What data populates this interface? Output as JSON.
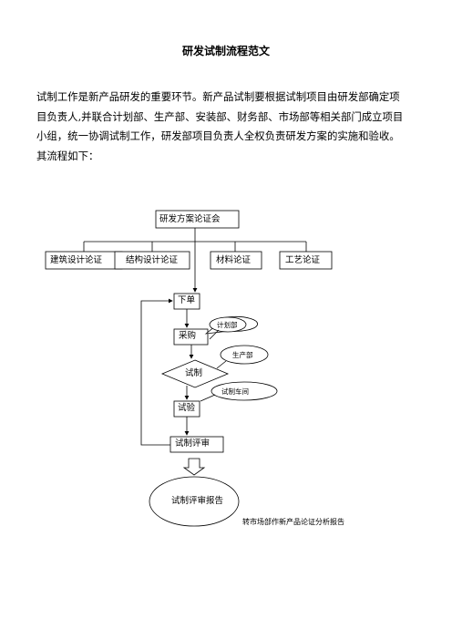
{
  "document": {
    "title": "研发试制流程范文",
    "paragraph_lines": [
      "试制工作是新产品研发的重要环节。新产品试制要根据试制项目由研发部确定项",
      "目负责人,并联合计划部、生产部、安装部、财务部、市场部等相关部门成立项目",
      "小组，统一协调试制工作，研发部项目负责人全权负责研发方案的实施和验收。",
      "其流程如下："
    ]
  },
  "flowchart": {
    "top_box": "研发方案论证会",
    "branches": [
      "建筑设计论证",
      "结构设计论证",
      "材料论证",
      "工艺论证"
    ],
    "steps": {
      "order": "下单",
      "purchase": "采购",
      "trial": "试制",
      "test": "试验",
      "review": "试制评审"
    },
    "callouts": {
      "planning": "计划部",
      "production": "生产部",
      "workshop": "试制车间"
    },
    "report_ellipse": "试制评审报告",
    "footnote": "转市场部作新产品论证分析报告"
  }
}
